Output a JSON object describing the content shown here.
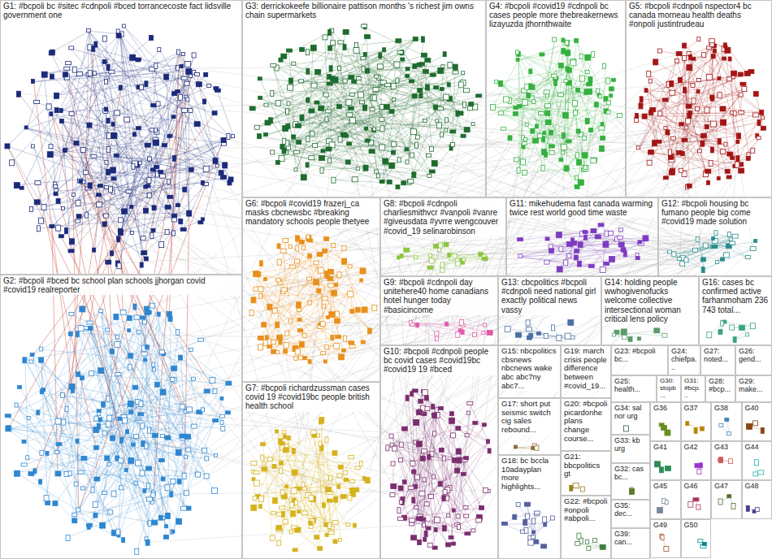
{
  "diagram": {
    "nodes": [
      {
        "text": [
          "G1: #bcpoli bc #sitec #cdnpoli #bced torrancecoste fact lidsville government one"
        ]
      },
      {
        "text": [
          "G2: #bcpoli #bced bc school plan schools jjhorgan covid #covid19 realreporter"
        ]
      },
      {
        "text": [
          "G3: derrickokeefe billionaire pattison months 's richest jim owns chain supermarkets"
        ]
      },
      {
        "text": [
          "G4: #bcpoli #covid19 #cdnpoli bc cases people more thebreakernews lizayuzda jthornthwaite"
        ]
      },
      {
        "text": [
          "G5: #bcpoli #cdnpoli nspector4 bc canada morneau health deaths #onpoli justintrudeau"
        ]
      },
      {
        "text": [
          "G6: #bcpoli #covid19 frazerj_ca masks cbcnewsbc #breaking mandatory schools people thetyee"
        ]
      },
      {
        "text": [
          "G7: #bcpoli richardzussman cases covid 19 #covid19bc people british health school"
        ]
      },
      {
        "text": [
          "G8: #bcpoli #cdnpoli charliesmithvcr #vanpoli #vanre #giveusdata #yvrre wengcouver #covid_19 selinarobinson"
        ]
      },
      {
        "text": [
          "G9: #bcpoli #cdnpoli day unitehere40 home canadians hotel hunger today #basicincome"
        ]
      },
      {
        "text": [
          "G10: #bcpoli #cdnpoli people bc covid cases #covid19bc #covid19 19 #bced"
        ]
      },
      {
        "text": [
          "G11: mikehudema fast canada warming twice rest world good time waste"
        ]
      },
      {
        "text": [
          "G12: #bcpoli housing bc fumano people big come #covid19 made solution"
        ]
      },
      {
        "text": [
          "G13: cbcpolitics #bcpoli #cdnpoli need national girl exactly political news vassy"
        ]
      },
      {
        "text": [
          "G14: holding people wwhogivenofucks welcome collective intersectional woman critical lens policy"
        ]
      },
      {
        "text": [
          "G15: nbcpolitics cbsnews nbcnews wake abc abc7ny abc7..."
        ]
      },
      {
        "text": [
          "G16: cases bc confirmed active farhanmoham 236 743 total..."
        ]
      },
      {
        "text": [
          "G17: short put seismic switch cig sales rebound..."
        ]
      },
      {
        "text": [
          "G18: bc bccla 10adayplan more highlights..."
        ]
      },
      {
        "text": [
          "G19: march crisis people difference between #covid_19..."
        ]
      },
      {
        "text": [
          "G20: #bcpoli picardonhe plans change course..."
        ]
      },
      {
        "text": [
          "G21: bbcpolitics gt"
        ]
      },
      {
        "text": [
          "G22: #bcpoli #onpoli #abpoli..."
        ]
      },
      {
        "text": [
          "G23: #bcpoli bc..."
        ]
      },
      {
        "text": [
          "G24: chiefpa..."
        ]
      },
      {
        "text": [
          "G25: health..."
        ]
      },
      {
        "text": [
          "G26: gend..."
        ]
      },
      {
        "text": [
          "G27: noted..."
        ]
      },
      {
        "text": [
          "G28: #bcp..."
        ]
      },
      {
        "text": [
          "G29: make..."
        ]
      },
      {
        "text": [
          "G30: stopb..."
        ]
      },
      {
        "text": [
          "G31: #bcp..."
        ]
      },
      {
        "text": [
          "G32: cas bc..."
        ]
      },
      {
        "text": [
          "G33: kb urg"
        ]
      },
      {
        "text": [
          "G34: sal nor urg"
        ]
      },
      {
        "text": [
          "G35: dec..."
        ]
      },
      {
        "text": [
          "G36"
        ]
      },
      {
        "text": [
          "G37"
        ]
      },
      {
        "text": [
          "G38"
        ]
      },
      {
        "text": [
          "G39: can..."
        ]
      },
      {
        "text": [
          "G40"
        ]
      },
      {
        "text": [
          "G41"
        ]
      },
      {
        "text": [
          "G42"
        ]
      },
      {
        "text": [
          "G43"
        ]
      },
      {
        "text": [
          "G44"
        ]
      },
      {
        "text": [
          "G45"
        ]
      },
      {
        "text": [
          "G46"
        ]
      },
      {
        "text": [
          "G47"
        ]
      },
      {
        "text": [
          "G48"
        ]
      },
      {
        "text": [
          "G49"
        ]
      },
      {
        "text": [
          "G50"
        ]
      }
    ]
  }
}
